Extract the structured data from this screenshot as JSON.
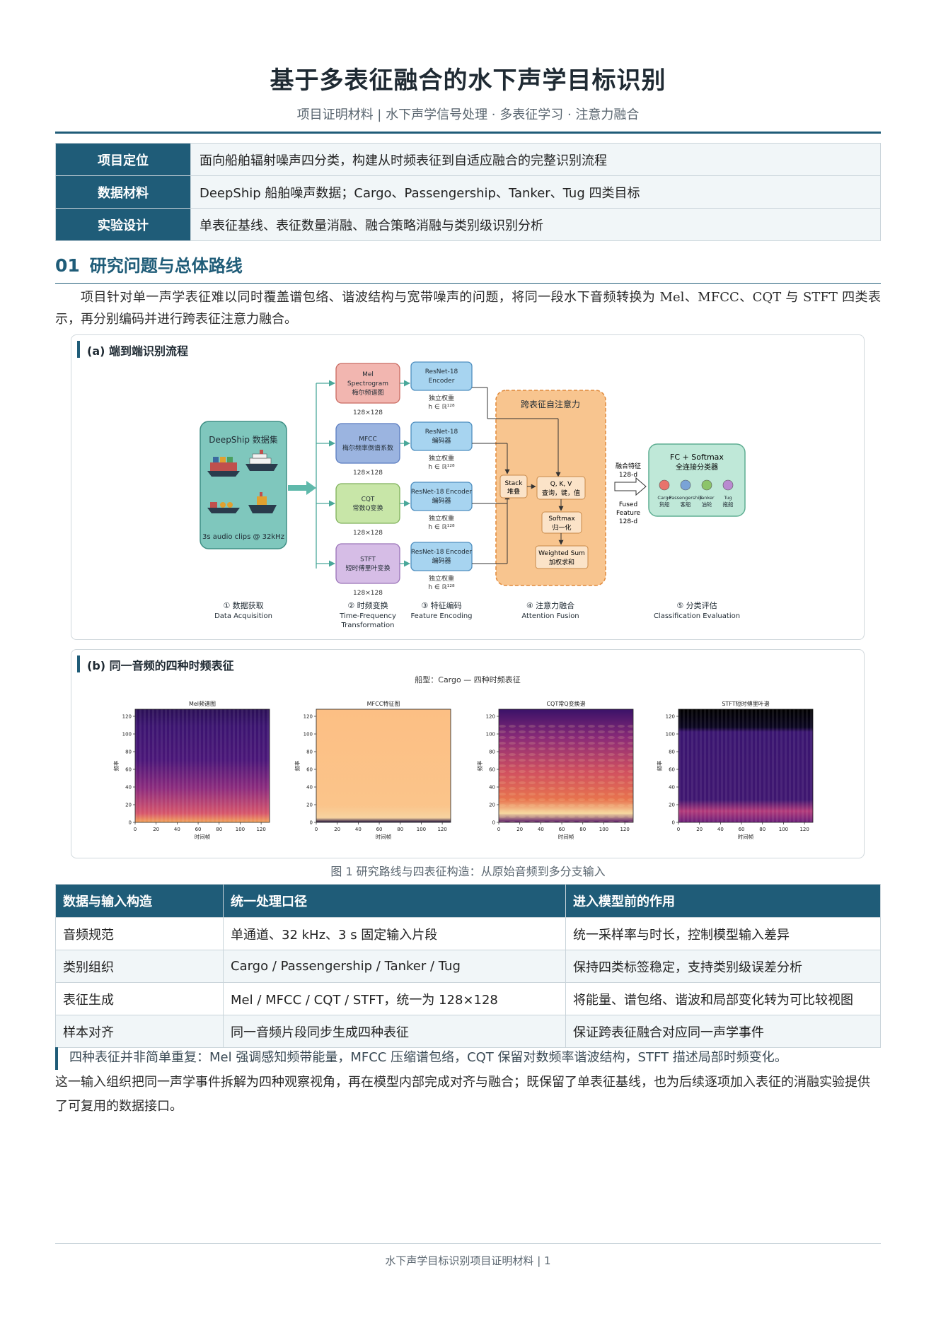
{
  "doc": {
    "title": "基于多表征融合的水下声学目标识别",
    "subtitle": "项目证明材料 | 水下声学信号处理 · 多表征学习 · 注意力融合"
  },
  "info": [
    {
      "key": "项目定位",
      "value": "面向船舶辐射噪声四分类，构建从时频表征到自适应融合的完整识别流程"
    },
    {
      "key": "数据材料",
      "value": "DeepShip 船舶噪声数据；Cargo、Passengership、Tanker、Tug 四类目标"
    },
    {
      "key": "实验设计",
      "value": "单表征基线、表征数量消融、融合策略消融与类别级识别分析"
    }
  ],
  "section": {
    "num": "01",
    "title": "研究问题与总体路线"
  },
  "intro": "项目针对单一声学表征难以同时覆盖谱包络、谐波结构与宽带噪声的问题，将同一段水下音频转换为 Mel、MFCC、CQT 与 STFT 四类表示，再分别编码并进行跨表征注意力融合。",
  "panel_a": {
    "label": "(a) 端到端识别流程",
    "dataset_title": "DeepShip 数据集",
    "dataset_note": "3s audio clips @ 32kHz",
    "reps": [
      {
        "en": "Mel",
        "en2": "Spectrogram",
        "cn": "梅尔频谱图",
        "size": "128×128",
        "color": "#f2b6b0",
        "stroke": "#c96a60"
      },
      {
        "en": "MFCC",
        "en2": "",
        "cn": "梅尔频率倒谱系数",
        "size": "128×128",
        "color": "#9bb4e0",
        "stroke": "#5b7cc0"
      },
      {
        "en": "CQT",
        "en2": "",
        "cn": "常数Q变换",
        "size": "128×128",
        "color": "#c8e6a8",
        "stroke": "#7fb15a"
      },
      {
        "en": "STFT",
        "en2": "",
        "cn": "短时傅里叶变换",
        "size": "128×128",
        "color": "#d6bde6",
        "stroke": "#9a73b8"
      }
    ],
    "encoders": [
      {
        "l1": "ResNet-18",
        "l2": "Encoder"
      },
      {
        "l1": "ResNet-18",
        "l2": "编码器"
      },
      {
        "l1": "ResNet-18 Encoder",
        "l2": "编码器"
      },
      {
        "l1": "ResNet-18 Encoder",
        "l2": "编码器"
      }
    ],
    "enc_note1": "独立权重",
    "enc_note2": "h ∈ ℝ¹²⁸",
    "attn_title": "跨表征自注意力",
    "stack": [
      "Stack",
      "堆叠"
    ],
    "qkv": [
      "Q, K, V",
      "查询，键，值"
    ],
    "softmax": [
      "Softmax",
      "归一化"
    ],
    "wsum": [
      "Weighted Sum",
      "加权求和"
    ],
    "fuse_top": [
      "融合特征",
      "128-d"
    ],
    "fuse_bot": [
      "Fused",
      "Feature",
      "128-d"
    ],
    "cls_title": [
      "FC + Softmax",
      "全连接分类器"
    ],
    "classes": [
      {
        "en": "Cargo",
        "cn": "货船",
        "color": "#e8736c"
      },
      {
        "en": "Passengership",
        "cn": "客船",
        "color": "#7aa3d6"
      },
      {
        "en": "Tanker",
        "cn": "油轮",
        "color": "#8cc46a"
      },
      {
        "en": "Tug",
        "cn": "拖船",
        "color": "#b98ad0"
      }
    ],
    "stages": [
      {
        "l1": "① 数据获取",
        "l2": "Data Acquisition",
        "l3": ""
      },
      {
        "l1": "② 时频变换",
        "l2": "Time-Frequency",
        "l3": "Transformation"
      },
      {
        "l1": "③ 特征编码",
        "l2": "Feature Encoding",
        "l3": ""
      },
      {
        "l1": "④ 注意力融合",
        "l2": "Attention Fusion",
        "l3": ""
      },
      {
        "l1": "⑤ 分类评估",
        "l2": "Classification Evaluation",
        "l3": ""
      }
    ]
  },
  "panel_b": {
    "label": "(b) 同一音频的四种时频表征",
    "suptitle": "船型：Cargo — 四种时频表征",
    "plots": [
      {
        "title": "Mel频谱图",
        "style": "mel"
      },
      {
        "title": "MFCC特征图",
        "style": "mfcc"
      },
      {
        "title": "CQT常Q变换谱",
        "style": "cqt"
      },
      {
        "title": "STFT短时傅里叶谱",
        "style": "stft"
      }
    ],
    "xlabel": "时间帧",
    "ylabel": "频率",
    "xticks": [
      "0",
      "20",
      "40",
      "60",
      "80",
      "100",
      "120"
    ],
    "yticks": [
      "0",
      "20",
      "40",
      "60",
      "80",
      "100",
      "120"
    ]
  },
  "caption": "图 1  研究路线与四表征构造：从原始音频到多分支输入",
  "table": {
    "headers": [
      "数据与输入构造",
      "统一处理口径",
      "进入模型前的作用"
    ],
    "rows": [
      [
        "音频规范",
        "单通道、32 kHz、3 s 固定输入片段",
        "统一采样率与时长，控制模型输入差异"
      ],
      [
        "类别组织",
        "Cargo / Passengership / Tanker / Tug",
        "保持四类标签稳定，支持类别级误差分析"
      ],
      [
        "表征生成",
        "Mel / MFCC / CQT / STFT，统一为 128×128",
        "将能量、谱包络、谐波和局部变化转为可比较视图"
      ],
      [
        "样本对齐",
        "同一音频片段同步生成四种表征",
        "保证跨表征融合对应同一声学事件"
      ]
    ]
  },
  "note": {
    "line1": "四种表征并非简单重复：Mel 强调感知频带能量，MFCC 压缩谱包络，CQT 保留对数频率谐波结构，STFT 描述局部时频变化。",
    "rest": "这一输入组织把同一声学事件拆解为四种观察视角，再在模型内部完成对齐与融合；既保留了单表征基线，也为后续逐项加入表征的消融实验提供了可复用的数据接口。"
  },
  "footer": "水下声学目标识别项目证明材料  |  1"
}
